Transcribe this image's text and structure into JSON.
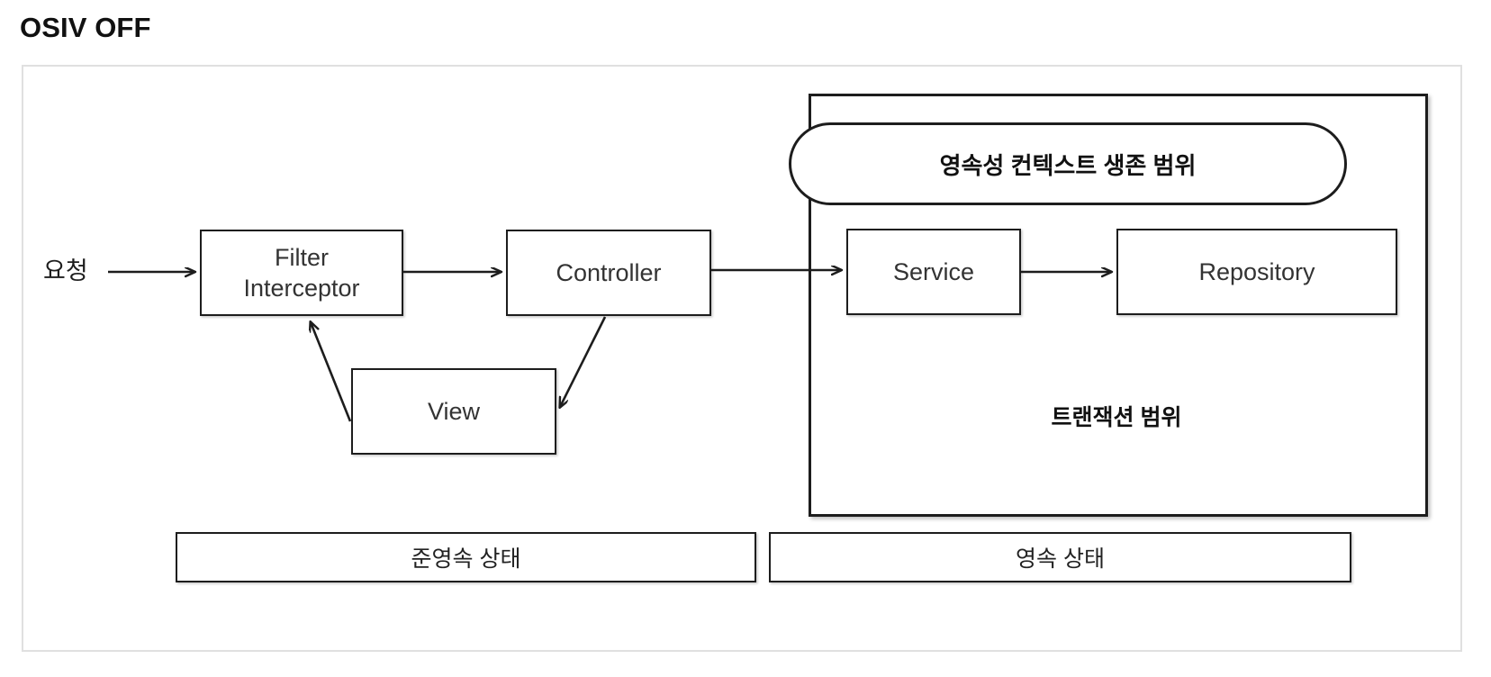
{
  "page": {
    "title": "OSIV OFF"
  },
  "diagram": {
    "request_label": "요청",
    "nodes": [
      {
        "id": "filter-interceptor",
        "label": "Filter\nInterceptor"
      },
      {
        "id": "controller",
        "label": "Controller"
      },
      {
        "id": "view",
        "label": "View"
      },
      {
        "id": "service",
        "label": "Service"
      },
      {
        "id": "repository",
        "label": "Repository"
      }
    ],
    "scopes": {
      "persistence_context_scope": "영속성 컨텍스트 생존 범위",
      "transaction_scope": "트랜잭션 범위"
    },
    "state_bars": [
      {
        "id": "detached-state",
        "label": "준영속 상태"
      },
      {
        "id": "persistent-state",
        "label": "영속 상태"
      }
    ],
    "edges": [
      {
        "from": "request",
        "to": "filter-interceptor"
      },
      {
        "from": "filter-interceptor",
        "to": "controller"
      },
      {
        "from": "controller",
        "to": "service"
      },
      {
        "from": "service",
        "to": "repository"
      },
      {
        "from": "controller",
        "to": "view"
      },
      {
        "from": "view",
        "to": "filter-interceptor"
      }
    ]
  },
  "colors": {
    "stroke": "#1d1d1d",
    "frame_border": "#e0e0e0",
    "text": "#333333",
    "background": "#ffffff"
  }
}
